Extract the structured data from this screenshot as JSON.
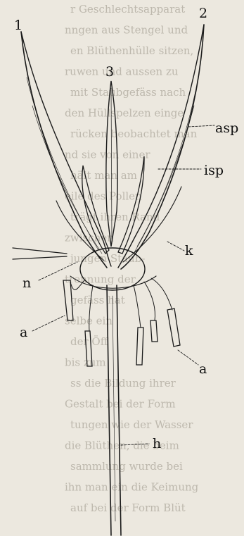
{
  "labels": {
    "stamen_1": "1",
    "stamen_2": "2",
    "stamen_3": "3",
    "asp": "asp",
    "isp": "isp",
    "k": "k",
    "n": "n",
    "a_left": "a",
    "a_right": "a",
    "h": "h"
  },
  "background_text": [
    "r Geschlechtsapparat",
    "nngen aus Stengel und",
    "en Blüthenhülle sitzen,",
    "ruwen und aussen zu",
    "mit Staubgefäss nach",
    "den Hüllspelzen einge",
    "rücken beobachtet man",
    "nd sie von einer",
    "hält man am",
    "eile des Pollen",
    "trägt ihren Rand",
    "zwischen",
    "jungen Staub-",
    "trennung der",
    "gefäss hat",
    "selbe ein",
    "der Öff",
    "bis zum",
    "ss die Bildung ihrer",
    "Gestalt bei der Form",
    "tungen wie der Wasser",
    "die Blüthen, die beim",
    "sammlung wurde bei",
    "ihn man ein die Keimung",
    "auf bei der Form Blüt"
  ],
  "colors": {
    "paper": "#ece8df",
    "ink": "#1a1a1a",
    "show_through": "#bdb8ad"
  }
}
